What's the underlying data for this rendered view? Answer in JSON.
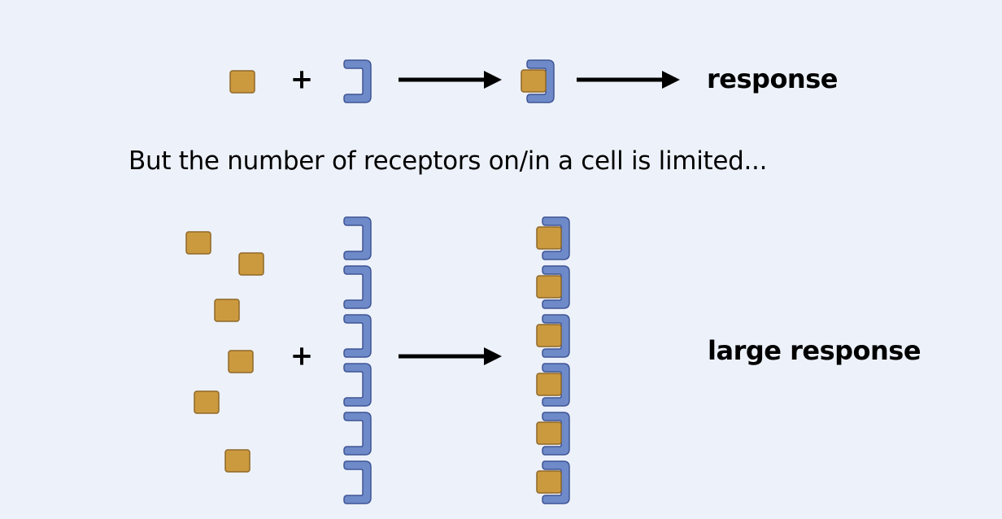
{
  "colors": {
    "background": "#edf1f9",
    "ligand_fill": "#cc9a3e",
    "ligand_stroke": "#8e6828",
    "receptor_fill": "#6f8ac8",
    "receptor_stroke": "#3e5596",
    "arrow": "#000000"
  },
  "row1": {
    "plus": "+",
    "result_label": "response"
  },
  "caption": "But the number of receptors on/in a cell is limited...",
  "row2": {
    "plus": "+",
    "result_label": "large response",
    "ligand_count": 6,
    "receptor_count": 6,
    "bound_count": 6
  }
}
